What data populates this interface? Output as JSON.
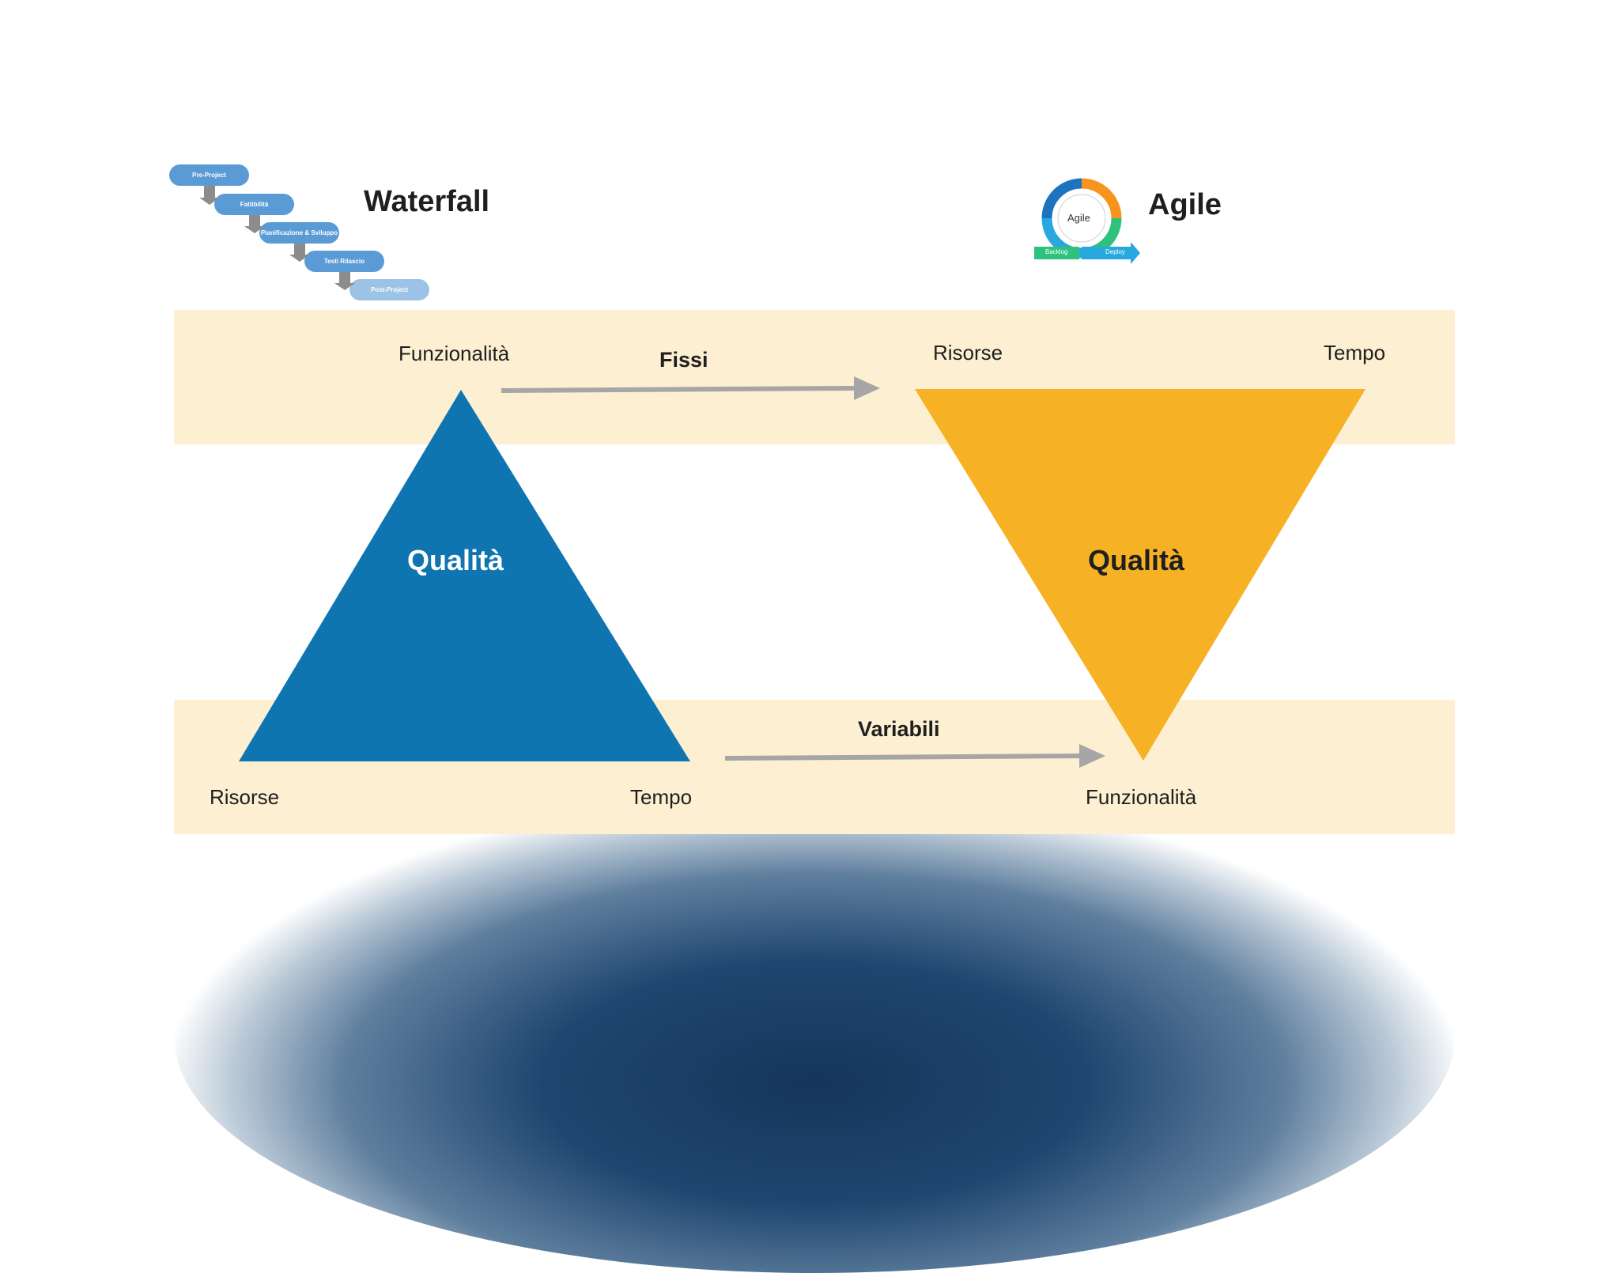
{
  "waterfall": {
    "title": "Waterfall",
    "steps": [
      "Pre-Project",
      "Fattibilità",
      "Pianificazione & Sviluppo",
      "Testi Rilascio",
      "Post-Project"
    ]
  },
  "agile": {
    "title": "Agile",
    "cycle_center": "Agile",
    "cycle_labels": [
      "Backlog",
      "Deploy"
    ]
  },
  "top_band": {
    "left_label": "Funzionalità",
    "arrow_label": "Fissi",
    "right_label_1": "Risorse",
    "right_label_2": "Tempo"
  },
  "bottom_band": {
    "left_label_1": "Risorse",
    "left_label_2": "Tempo",
    "arrow_label": "Variabili",
    "right_label": "Funzionalità"
  },
  "triangles": {
    "left_text": "Qualità",
    "right_text": "Qualità",
    "left_color": "#0f75b1",
    "right_color": "#f6b224"
  },
  "colors": {
    "band": "#fdefd2",
    "arrow": "#a6a6a6",
    "waterfall_step": "#5b9bd5",
    "agile_orange": "#f7941d",
    "agile_green": "#2ec27e",
    "agile_blue": "#1e88e5"
  }
}
